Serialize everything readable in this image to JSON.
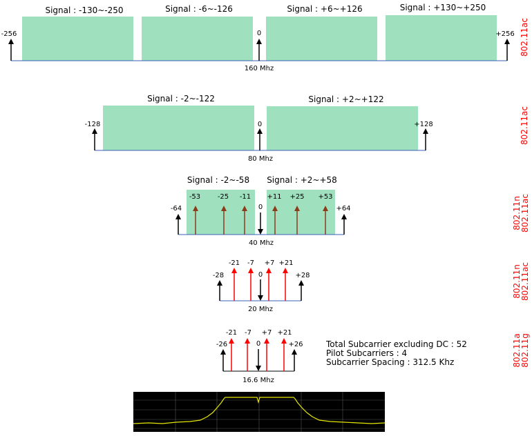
{
  "colors": {
    "band_fill": "#9fe0bf",
    "baseline": "#3a5fb4",
    "axis_arrow": "#000000",
    "subcarrier_red": "#ff0000",
    "pilot_brown": "#8b3a1a",
    "standard_label": "#ff0000",
    "spectrum_bg": "#000000",
    "spectrum_trace": "#e8e800",
    "spectrum_grid": "#555555"
  },
  "diagrams": [
    {
      "id": "bw160",
      "bandwidth_label": "160 Mhz",
      "standards": [
        "802.11ac"
      ],
      "edge_labels": {
        "left": "-256",
        "center": "0",
        "right": "+256"
      },
      "signal_labels": [
        "Signal : -130~-250",
        "Signal : -6~-126",
        "Signal : +6~+126",
        "Signal : +130~+250"
      ]
    },
    {
      "id": "bw80",
      "bandwidth_label": "80 Mhz",
      "standards": [
        "802.11ac"
      ],
      "edge_labels": {
        "left": "-128",
        "center": "0",
        "right": "+128"
      },
      "signal_labels": [
        "Signal : -2~-122",
        "Signal : +2~+122"
      ]
    },
    {
      "id": "bw40",
      "bandwidth_label": "40 Mhz",
      "standards": [
        "802.11n",
        "802.11ac"
      ],
      "edge_labels": {
        "left": "-64",
        "center": "0",
        "right": "+64"
      },
      "signal_labels": [
        "Signal : -2~-58",
        "Signal : +2~+58"
      ],
      "pilot_labels": [
        "-53",
        "-25",
        "-11",
        "+11",
        "+25",
        "+53"
      ]
    },
    {
      "id": "bw20",
      "bandwidth_label": "20 Mhz",
      "standards": [
        "802.11n",
        "802.11ac"
      ],
      "edge_labels": {
        "left": "-28",
        "center": "0",
        "right": "+28"
      },
      "pilot_labels": [
        "-21",
        "-7",
        "+7",
        "+21"
      ]
    },
    {
      "id": "bw16",
      "bandwidth_label": "16.6 Mhz",
      "standards": [
        "802.11a",
        "802.11g"
      ],
      "edge_labels": {
        "left": "-26",
        "center": "0",
        "right": "+26"
      },
      "pilot_labels": [
        "-21",
        "-7",
        "+7",
        "+21"
      ]
    }
  ],
  "notes": [
    "Total Subcarrier excluding DC : 52",
    "Pilot Subcarriers : 4",
    "Subcarrier Spacing : 312.5 Khz"
  ]
}
